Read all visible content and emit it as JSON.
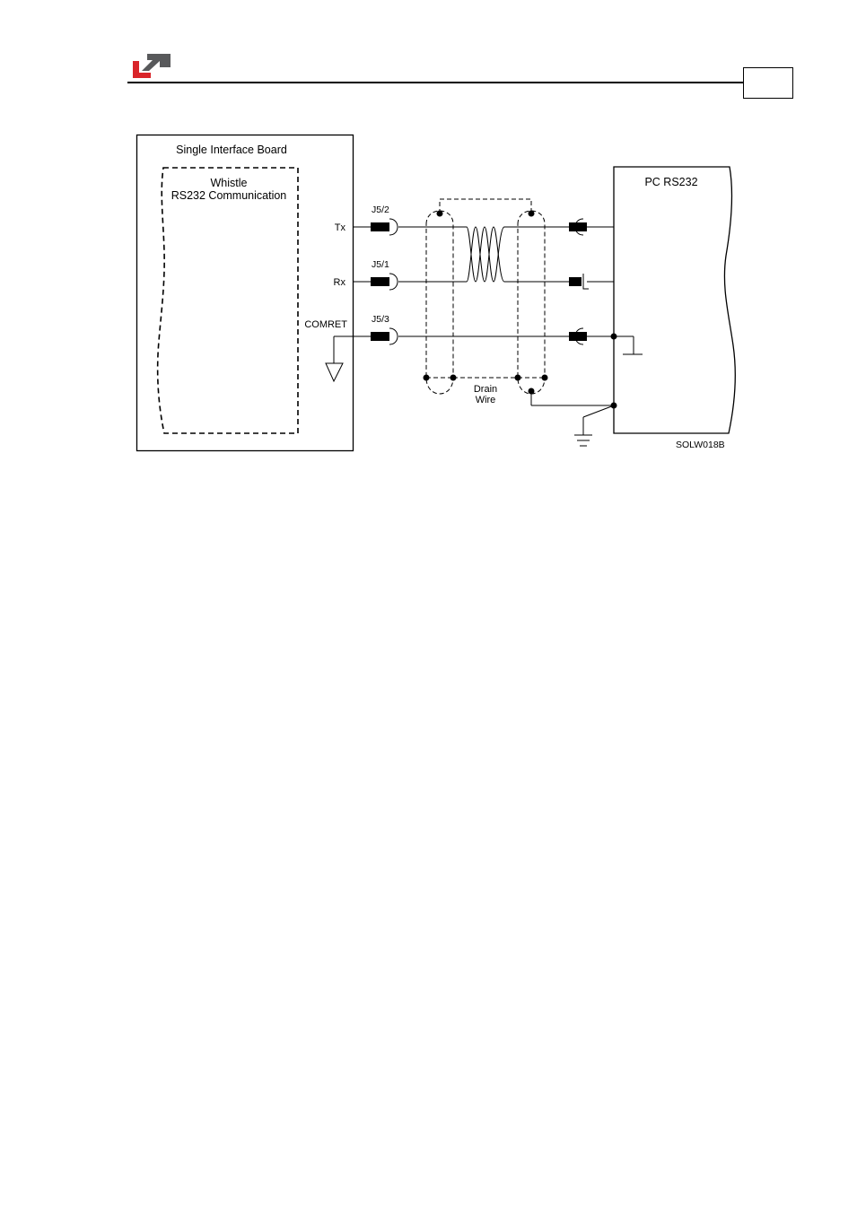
{
  "header": {
    "logo_icon": "company-logo-icon",
    "brand_red": "#d9252a",
    "brand_gray": "#58595b"
  },
  "diagram": {
    "left_box_title": "Single Interface Board",
    "inner_box_line1": "Whistle",
    "inner_box_line2": "RS232 Communication",
    "right_box_title": "PC RS232",
    "signals": [
      "Tx",
      "Rx",
      "COMRET"
    ],
    "connectors": [
      "J5/2",
      "J5/1",
      "J5/3"
    ],
    "drain_wire_line1": "Drain",
    "drain_wire_line2": "Wire",
    "figure_id": "SOLW018B"
  }
}
